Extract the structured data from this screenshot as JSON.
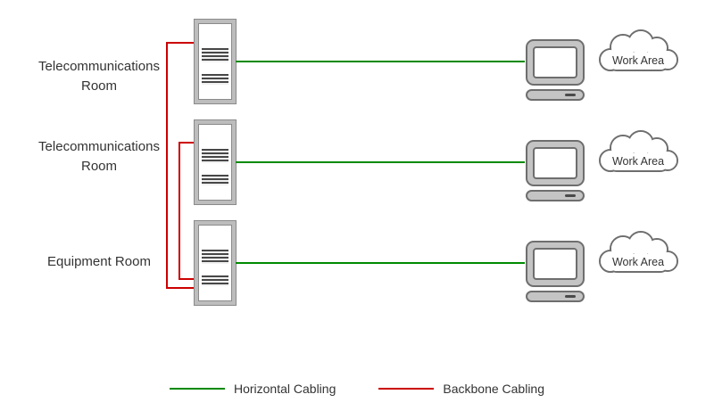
{
  "rows": [
    {
      "label": "Telecommunications Room",
      "cloud_label": "Work Area"
    },
    {
      "label": "Telecommunications Room",
      "cloud_label": "Work Area"
    },
    {
      "label": "Equipment Room",
      "cloud_label": "Work Area"
    }
  ],
  "legend": {
    "items": [
      {
        "label": "Horizontal Cabling",
        "color": "#008a00"
      },
      {
        "label": "Backbone Cabling",
        "color": "#cc0000"
      }
    ]
  },
  "colors": {
    "horizontal_cabling": "#008a00",
    "backbone_cabling": "#cc0000",
    "icon_fill": "#c4c4c4",
    "icon_stroke": "#6e6e6e"
  }
}
